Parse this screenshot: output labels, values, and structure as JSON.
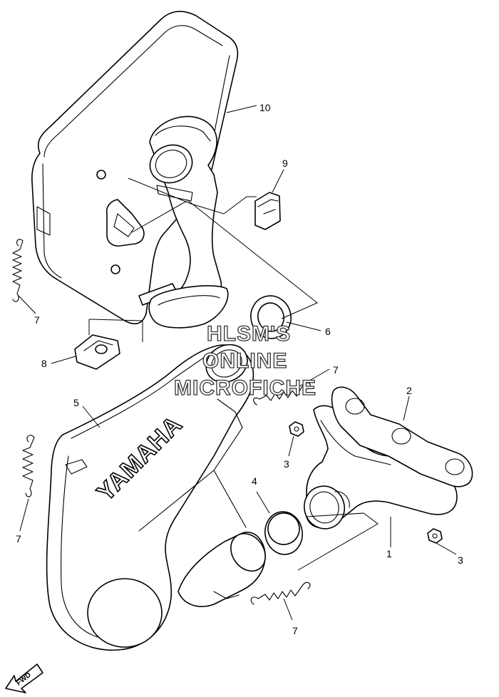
{
  "callouts": {
    "c1": "1",
    "c2": "2",
    "c3a": "3",
    "c3b": "3",
    "c4": "4",
    "c5": "5",
    "c6": "6",
    "c7a": "7",
    "c7b": "7",
    "c7c": "7",
    "c7d": "7",
    "c8": "8",
    "c9": "9",
    "c10": "10"
  },
  "watermark": {
    "line1": "HLSM'S",
    "line2": "ONLINE",
    "line3": "MICROFICHE"
  },
  "brand_text": "YAMAHA",
  "direction_label": "FWD"
}
